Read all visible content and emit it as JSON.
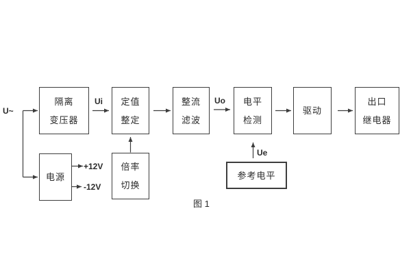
{
  "figure": {
    "caption": "图 1",
    "background_color": "#ffffff",
    "line_color": "#3d3d3d",
    "text_color": "#2b2b2b"
  },
  "labels": {
    "input": "U~",
    "ui": "Ui",
    "uo": "Uo",
    "ue": "Ue",
    "plus12v": "+12V",
    "minus12v": "-12V"
  },
  "blocks": {
    "isolation_transformer": {
      "line1": "隔离",
      "line2": "变压器"
    },
    "setting_adjust": {
      "line1": "定值",
      "line2": "整定"
    },
    "rectify_filter": {
      "line1": "整流",
      "line2": "滤波"
    },
    "level_detect": {
      "line1": "电平",
      "line2": "检测"
    },
    "drive": {
      "label": "驱动"
    },
    "output_relay": {
      "line1": "出口",
      "line2": "继电器"
    },
    "power_supply": {
      "label": "电源"
    },
    "ratio_switch": {
      "line1": "倍率",
      "line2": "切换"
    },
    "reference_level": {
      "label": "参考电平"
    }
  }
}
